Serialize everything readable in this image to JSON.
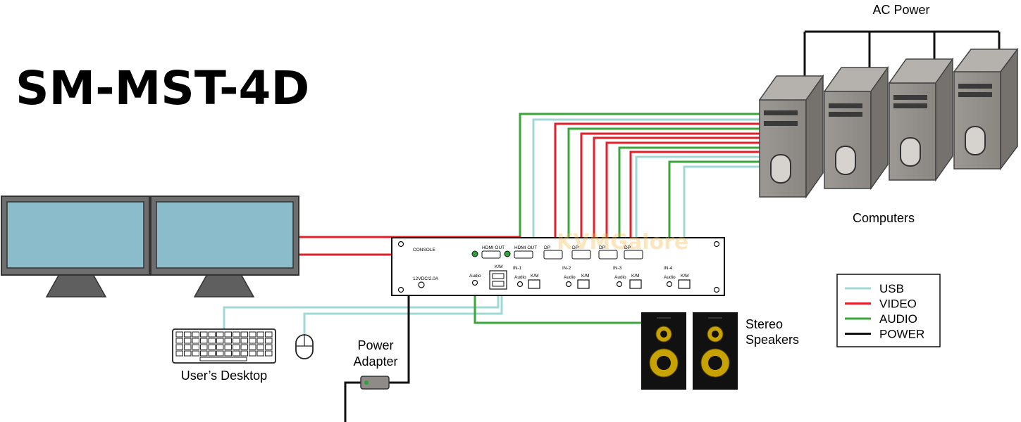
{
  "title": "SM-MST-4D",
  "labels": {
    "ac_power": "AC Power",
    "computers": "Computers",
    "users_desktop": "User’s Desktop",
    "power_adapter_line1": "Power",
    "power_adapter_line2": "Adapter",
    "speakers_line1": "Stereo",
    "speakers_line2": "Speakers"
  },
  "panel": {
    "console": "CONSOLE",
    "hdmi_out_1": "HDMI OUT",
    "hdmi_out_2": "HDMI OUT",
    "dc_in": "12VDC/2.0A",
    "audio": "Audio",
    "km": "K/M",
    "ports": [
      {
        "dp": "DP",
        "in": "IN-1",
        "audio": "Audio",
        "km": "K/M"
      },
      {
        "dp": "DP",
        "in": "IN-2",
        "audio": "Audio",
        "km": "K/M"
      },
      {
        "dp": "DP",
        "in": "IN-3",
        "audio": "Audio",
        "km": "K/M"
      },
      {
        "dp": "DP",
        "in": "IN-4",
        "audio": "Audio",
        "km": "K/M"
      }
    ]
  },
  "watermark": "KVMGalore",
  "legend": [
    {
      "label": "USB",
      "color": "#9fd8d4"
    },
    {
      "label": "VIDEO",
      "color": "#e3202a"
    },
    {
      "label": "AUDIO",
      "color": "#3aa63a"
    },
    {
      "label": "POWER",
      "color": "#111111"
    }
  ],
  "colors": {
    "usb": "#9fd8d4",
    "video": "#e3202a",
    "audio": "#3aa63a",
    "power": "#111111",
    "screen": "#8bbccc",
    "pc": "#8f8b86"
  }
}
